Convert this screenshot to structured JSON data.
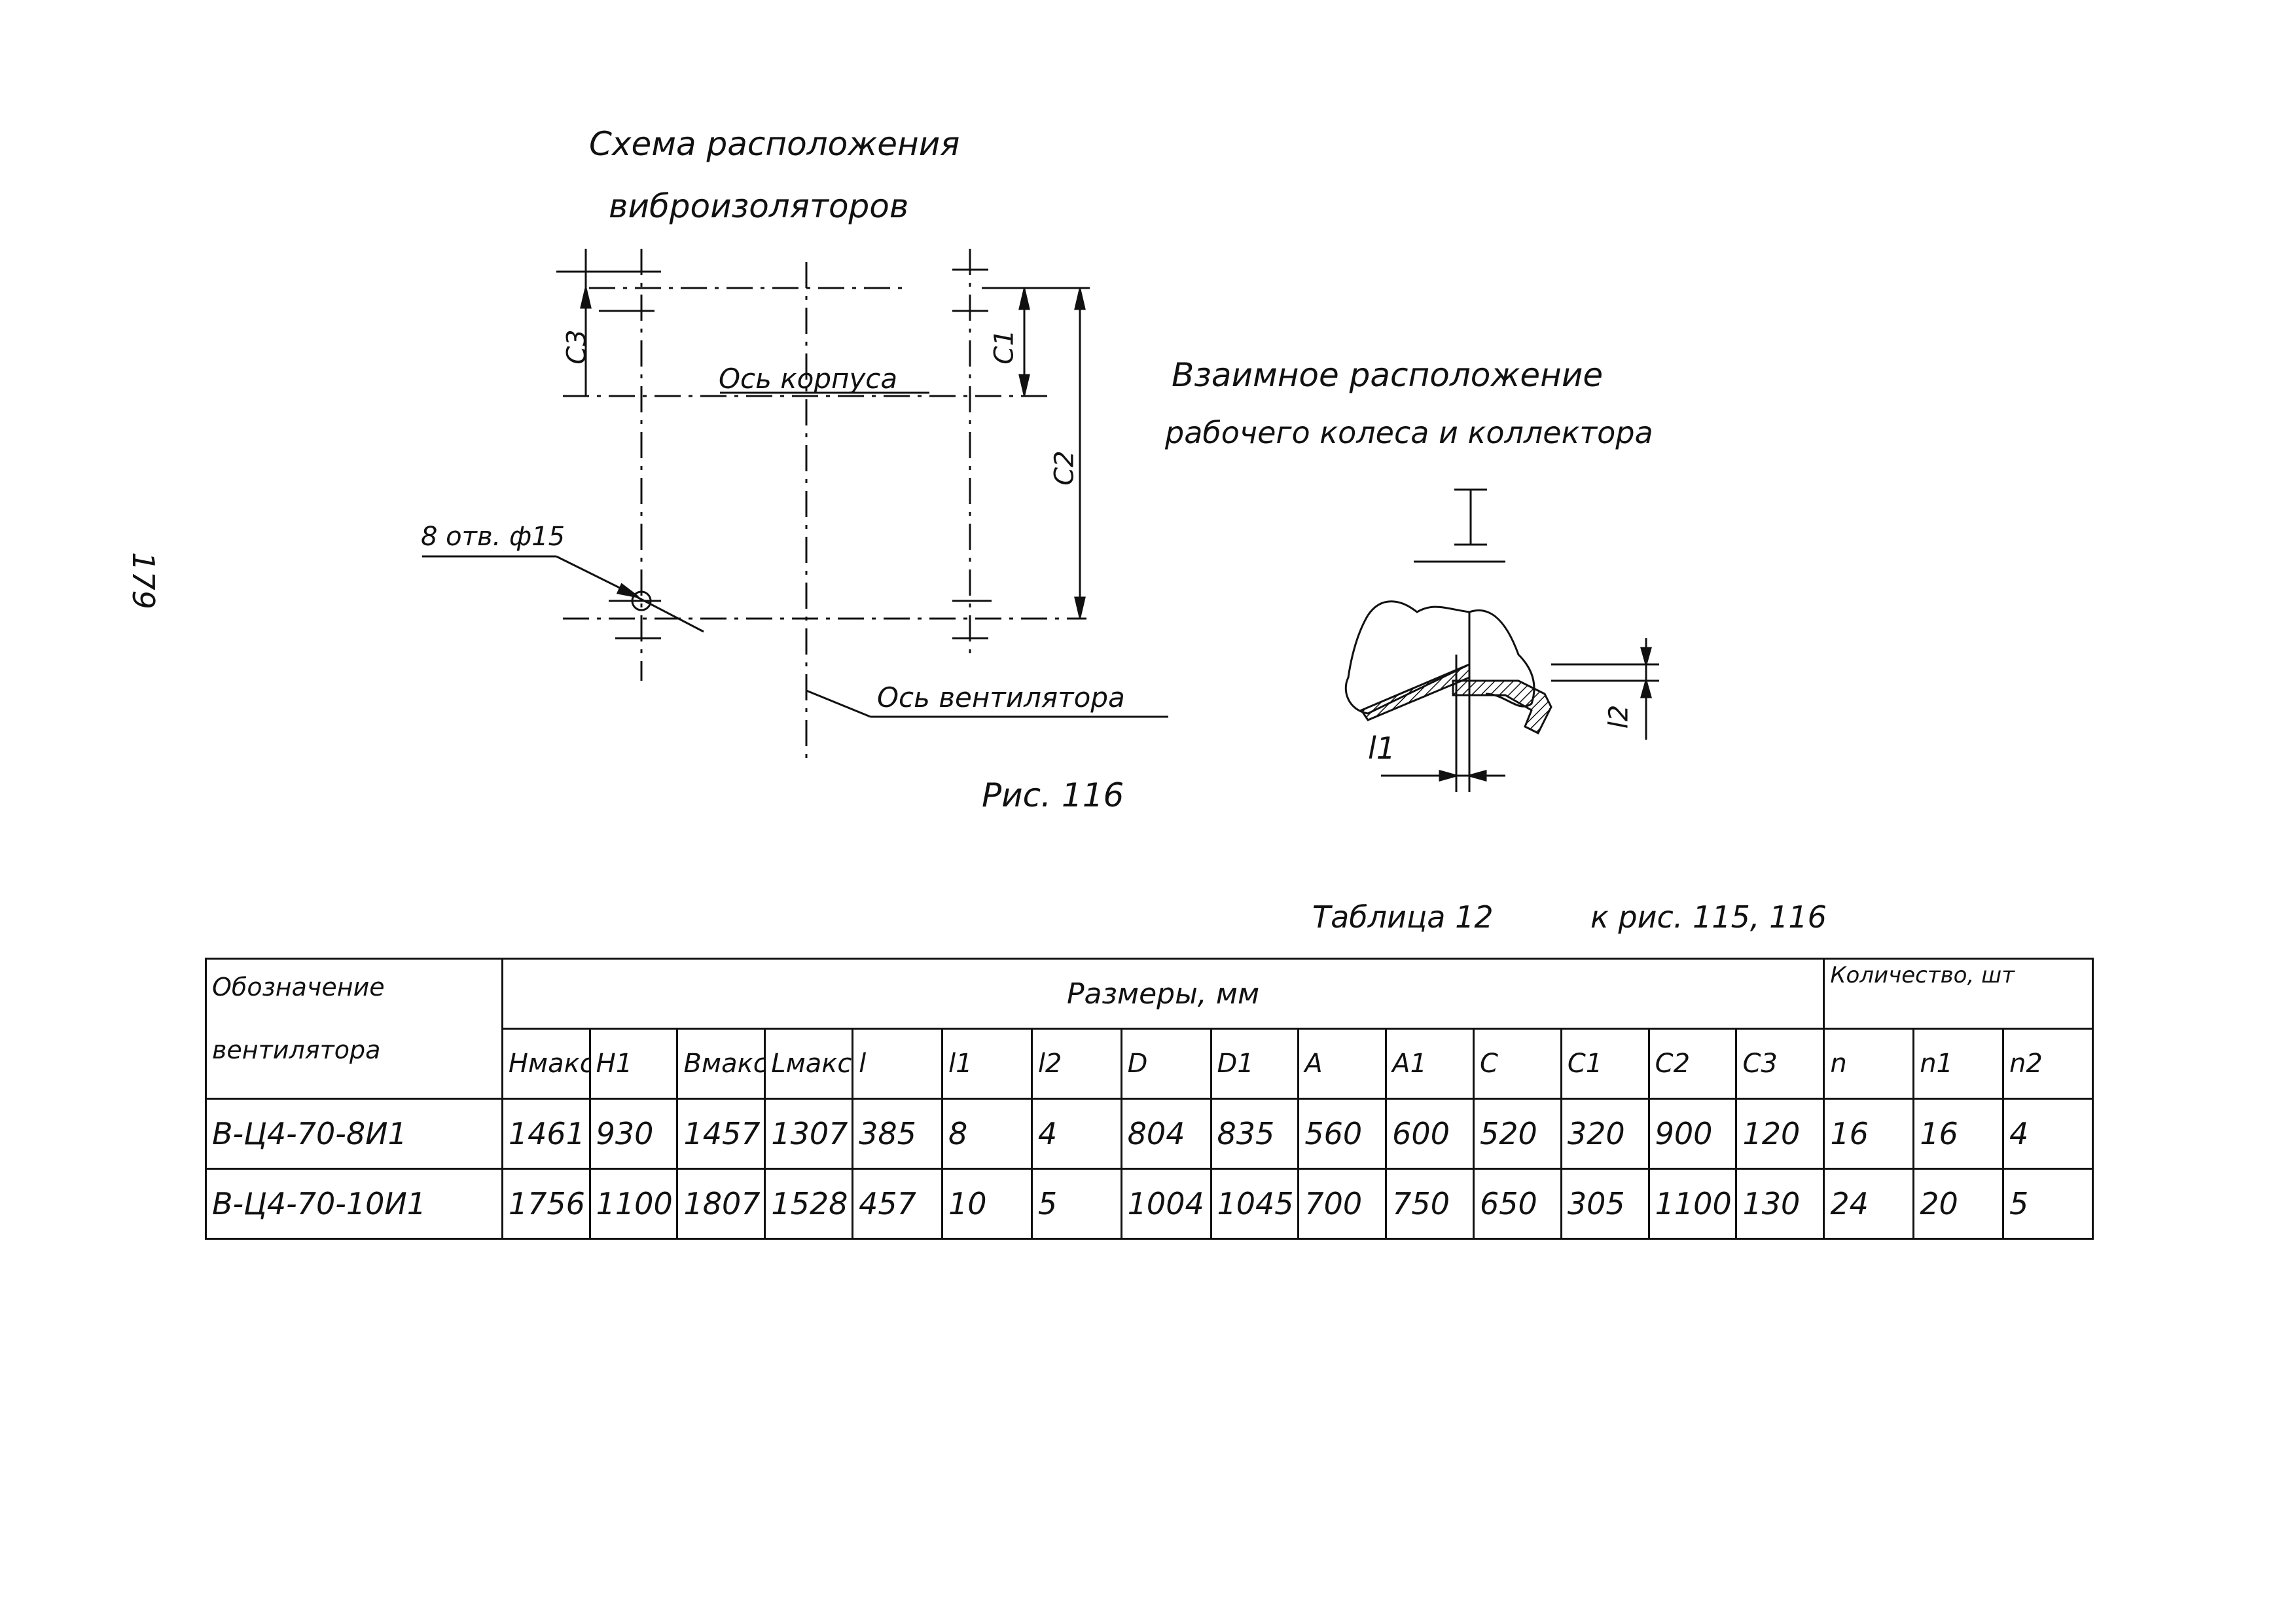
{
  "page_number": "179",
  "scheme_left": {
    "title_line1": "Схема расположения",
    "title_line2": "виброизоляторов",
    "label_axis_body": "Ось корпуса",
    "label_holes": "8 отв. ф15",
    "label_axis_fan": "Ось вентилятора",
    "dim_c1": "C1",
    "dim_c2": "C2",
    "dim_c3": "C3",
    "caption": "Рис. 116"
  },
  "scheme_right": {
    "title_line1": "Взаимное расположение",
    "title_line2": "рабочего колеса и коллектора",
    "view_mark": "I",
    "dim_l1": "l1",
    "dim_l2": "l2"
  },
  "table": {
    "title": "Таблица 12",
    "ref": "к рис. 115, 116",
    "col_name_header_line1": "Обозначение",
    "col_name_header_line2": "вентилятора",
    "group_dims": "Размеры, мм",
    "group_qty": "Количество, шт",
    "dim_columns": [
      "Hмакс",
      "H1",
      "Bмакс",
      "Lмакс",
      "l",
      "l1",
      "l2",
      "D",
      "D1",
      "A",
      "A1",
      "C",
      "C1",
      "C2",
      "C3"
    ],
    "qty_columns": [
      "n",
      "n1",
      "n2"
    ],
    "rows": [
      {
        "name": "В-Ц4-70-8И1",
        "values": [
          "1461",
          "930",
          "1457",
          "1307",
          "385",
          "8",
          "4",
          "804",
          "835",
          "560",
          "600",
          "520",
          "320",
          "900",
          "120"
        ],
        "qty": [
          "16",
          "16",
          "4"
        ]
      },
      {
        "name": "В-Ц4-70-10И1",
        "values": [
          "1756",
          "1100",
          "1807",
          "1528",
          "457",
          "10",
          "5",
          "1004",
          "1045",
          "700",
          "750",
          "650",
          "305",
          "1100",
          "130"
        ],
        "qty": [
          "24",
          "20",
          "5"
        ]
      }
    ]
  }
}
